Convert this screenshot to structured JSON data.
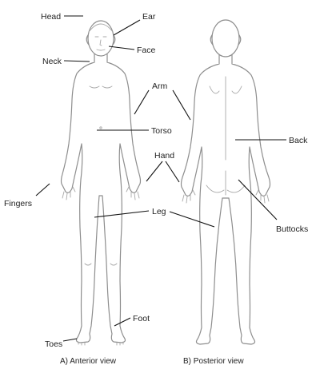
{
  "labels": {
    "head": "Head",
    "ear": "Ear",
    "face": "Face",
    "neck": "Neck",
    "arm": "Arm",
    "torso": "Torso",
    "hand": "Hand",
    "back": "Back",
    "fingers": "Fingers",
    "buttocks": "Buttocks",
    "leg": "Leg",
    "foot": "Foot",
    "toes": "Toes"
  },
  "captions": {
    "anterior": "A) Anterior view",
    "posterior": "B)  Posterior view"
  }
}
